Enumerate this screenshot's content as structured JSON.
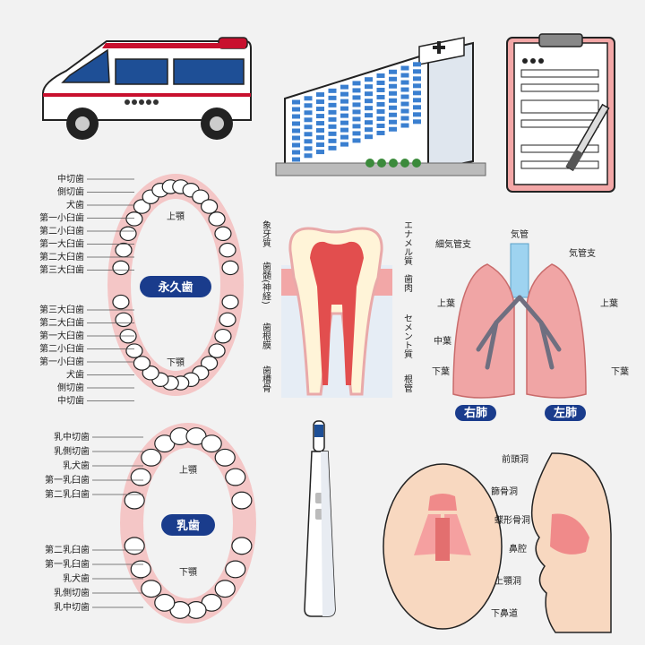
{
  "permanent": {
    "badge": "永久歯",
    "upper": "上顎",
    "lower": "下顎",
    "upper_labels": [
      "中切歯",
      "側切歯",
      "犬歯",
      "第一小臼歯",
      "第二小臼歯",
      "第一大臼歯",
      "第二大臼歯",
      "第三大臼歯"
    ],
    "lower_labels": [
      "第三大臼歯",
      "第二大臼歯",
      "第一大臼歯",
      "第二小臼歯",
      "第一小臼歯",
      "犬歯",
      "側切歯",
      "中切歯"
    ]
  },
  "deciduous": {
    "badge": "乳歯",
    "upper": "上顎",
    "lower": "下顎",
    "upper_labels": [
      "乳中切歯",
      "乳側切歯",
      "乳犬歯",
      "第一乳臼歯",
      "第二乳臼歯"
    ],
    "lower_labels": [
      "第二乳臼歯",
      "第一乳臼歯",
      "乳犬歯",
      "乳側切歯",
      "乳中切歯"
    ]
  },
  "tooth": {
    "left": [
      "象牙質",
      "歯髄(神経)",
      "歯根膜",
      "歯槽骨"
    ],
    "right": [
      "エナメル質",
      "歯肉",
      "セメント質",
      "根管"
    ]
  },
  "lung": {
    "trachea": "気管",
    "bronchus": "気管支",
    "bronchiole": "細気管支",
    "upper_l": "上葉",
    "middle": "中葉",
    "lower_l": "下葉",
    "upper_r": "上葉",
    "lower_r": "下葉",
    "right_lung": "右肺",
    "left_lung": "左肺"
  },
  "sinus": {
    "frontal": "前頭洞",
    "ethmoid": "篩骨洞",
    "sphenoid": "蝶形骨洞",
    "nasal": "鼻腔",
    "maxillary": "上顎洞",
    "meatus": "下鼻道"
  },
  "colors": {
    "gum": "#f4c6c6",
    "pink_dark": "#e08a8a",
    "navy": "#1a3c8c",
    "blue_window": "#3a7fd0",
    "skin": "#f8d8c0"
  }
}
